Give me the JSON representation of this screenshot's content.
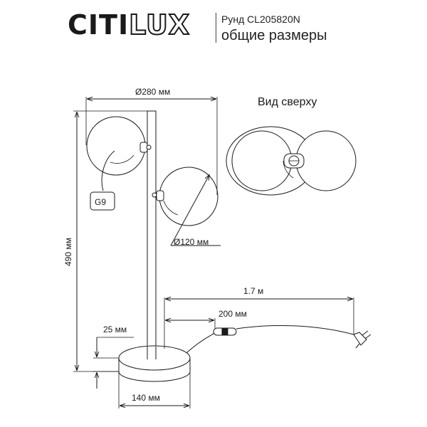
{
  "header": {
    "brand_prefix": "CITI",
    "brand_suffix": "LUX",
    "model": "Рунд CL205820N",
    "subtitle": "общие размеры"
  },
  "drawing": {
    "top_view_label": "Вид сверху",
    "width_label": "Ø280 мм",
    "shade_label": "Ø120 мм",
    "height_label": "490 мм",
    "bulb_label": "G9",
    "cord_label": "1.7 м",
    "switch_label": "200 мм",
    "base_height_label": "25 мм",
    "base_width_label": "140 мм"
  }
}
